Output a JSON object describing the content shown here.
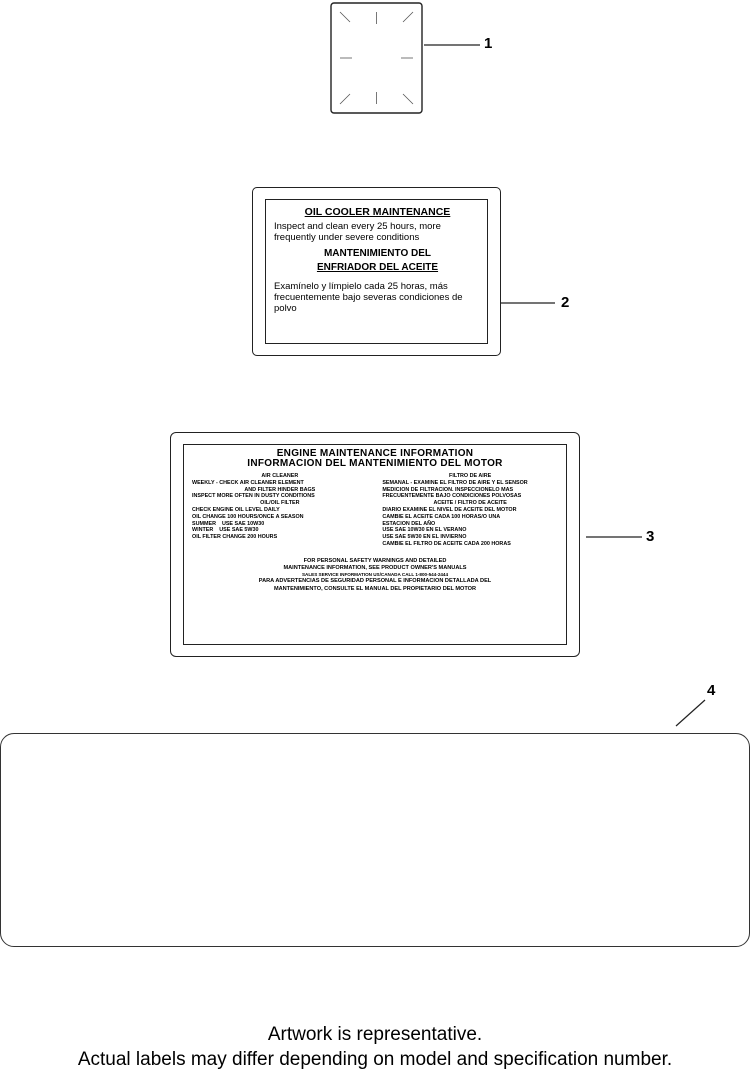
{
  "callouts": [
    "1",
    "2",
    "3",
    "4"
  ],
  "label2": {
    "title": "OIL COOLER MAINTENANCE",
    "body_en": "Inspect and clean every 25 hours, more frequently under severe conditions",
    "title_es_1": "MANTENIMIENTO DEL",
    "title_es_2": "ENFRIADOR DEL ACEITE",
    "body_es": "Examínelo y límpielo cada 25 horas, más frecuentemente bajo severas condiciones de polvo"
  },
  "label3": {
    "title_en": "ENGINE MAINTENANCE INFORMATION",
    "title_es": "INFORMACION DEL MANTENIMIENTO DEL MOTOR",
    "left": {
      "air_heading": "AIR CLEANER",
      "air_lines": [
        "WEEKLY - CHECK AIR CLEANER ELEMENT",
        "AND FILTER HINDER BAGS",
        "INSPECT MORE OFTEN IN DUSTY CONDITIONS"
      ],
      "oil_heading": "OIL/OIL FILTER",
      "oil_lines": [
        "CHECK ENGINE OIL LEVEL DAILY",
        "OIL CHANGE 100 HOURS/ONCE A SEASON",
        "SUMMER    USE SAE 10W30",
        "WINTER    USE SAE 5W30",
        "OIL FILTER CHANGE 200 HOURS"
      ]
    },
    "right": {
      "air_heading": "FILTRO DE AIRE",
      "air_lines": [
        "SEMANAL - EXAMINE EL FILTRO DE AIRE Y EL SENSOR",
        "MEDICION DE FILTRACION. INSPECCIONELO MAS",
        "FRECUENTEMENTE BAJO CONDICIONES POLVOSAS"
      ],
      "oil_heading": "ACEITE / FILTRO DE ACEITE",
      "oil_lines": [
        "DIARIO EXAMINE EL NIVEL DE ACEITE DEL MOTOR",
        "CAMBIE EL ACEITE CADA 100 HORAS/O UNA",
        "ESTACION DEL AÑO",
        "USE SAE 10W30 EN EL VERANO",
        "USE SAE 5W30 EN EL INVIERNO",
        "CAMBIE EL FILTRO DE ACEITE CADA 200 HORAS"
      ]
    },
    "footer": [
      "FOR PERSONAL SAFETY WARNINGS AND DETAILED",
      "MAINTENANCE INFORMATION, SEE PRODUCT OWNER'S MANUALS",
      "SALES SERVICE INFORMATION US/CANADA CALL 1-800-544-2444",
      "PARA ADVERTENCIAS DE SEGURIDAD PERSONAL E INFORMACION DETALLADA DEL",
      "MANTENIMIENTO, CONSULTE EL MANUAL DEL PROPIETARIO DEL MOTOR"
    ]
  },
  "caption": {
    "line1": "Artwork is representative.",
    "line2": "Actual labels may differ depending on model and specification number."
  }
}
